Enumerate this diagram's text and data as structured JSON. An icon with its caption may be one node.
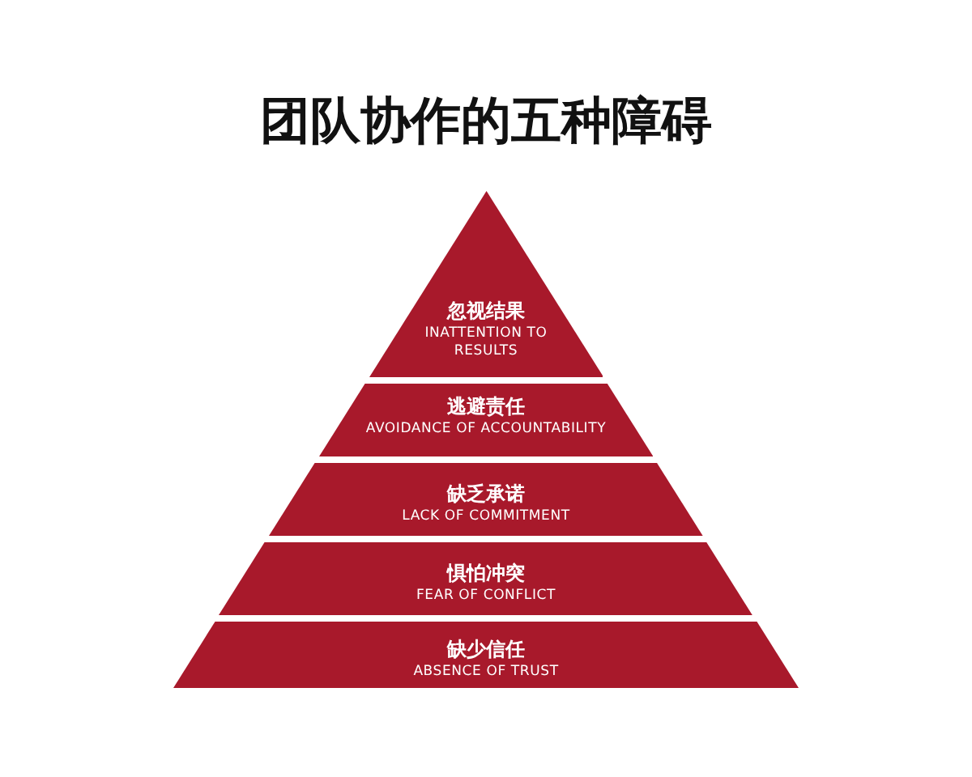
{
  "diagram": {
    "title": "团队协作的五种障碍",
    "nodes": [
      {
        "text": [
          "忽视结果",
          "INATTENTION TO RESULTS"
        ]
      },
      {
        "text": [
          "逃避责任",
          "AVOIDANCE OF ACCOUNTABILITY"
        ]
      },
      {
        "text": [
          "缺乏承诺",
          "LACK OF COMMITMENT"
        ]
      },
      {
        "text": [
          "惧怕冲突",
          "FEAR OF CONFLICT"
        ]
      },
      {
        "text": [
          "缺少信任",
          "ABSENCE OF TRUST"
        ]
      }
    ]
  }
}
